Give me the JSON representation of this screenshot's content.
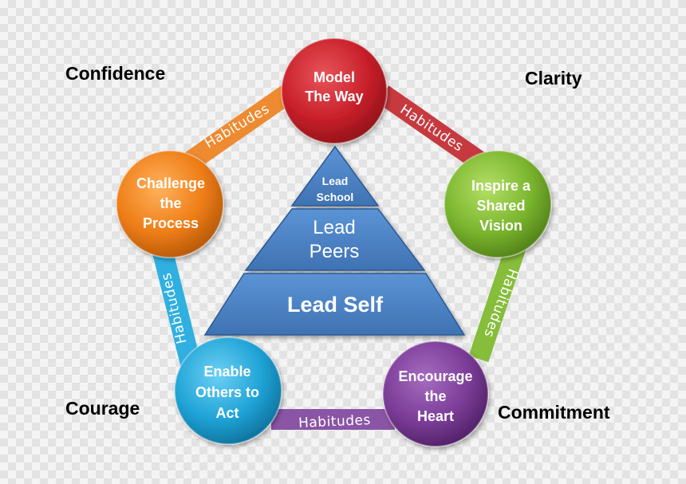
{
  "corners": {
    "top_left": "Confidence",
    "top_right": "Clarity",
    "bottom_left": "Courage",
    "bottom_right": "Commitment"
  },
  "nodes": {
    "model": {
      "lines": [
        "Model",
        "The Way"
      ],
      "color": "#c8202a"
    },
    "inspire": {
      "lines": [
        "Inspire a",
        "Shared",
        "Vision"
      ],
      "color": "#7ab52e"
    },
    "encourage": {
      "lines": [
        "Encourage",
        "the",
        "Heart"
      ],
      "color": "#7b3c97"
    },
    "enable": {
      "lines": [
        "Enable",
        "Others to",
        "Act"
      ],
      "color": "#1fa3d6"
    },
    "challenge": {
      "lines": [
        "Challenge",
        "the",
        "Process"
      ],
      "color": "#ee7d16"
    }
  },
  "bands": {
    "top_left": "Habitudes",
    "top_right": "Habitudes",
    "right": "Habitudes",
    "bottom": "Habitudes",
    "left": "Habitudes"
  },
  "pyramid": {
    "top": [
      "Lead",
      "School"
    ],
    "middle": [
      "Lead",
      "Peers"
    ],
    "bottom": "Lead Self",
    "color": "#4a81c2"
  }
}
